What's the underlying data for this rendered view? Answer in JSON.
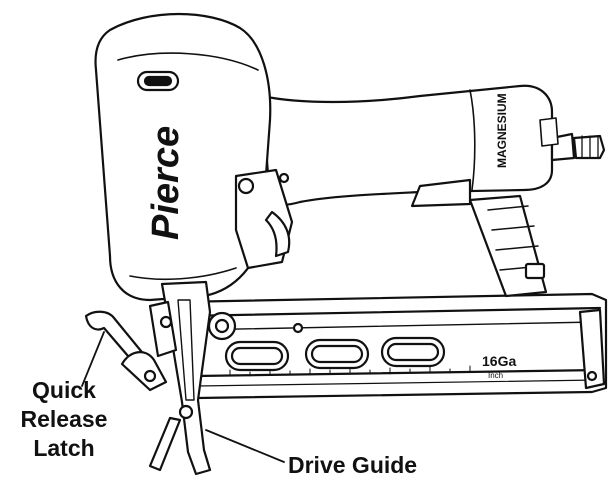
{
  "tool": {
    "brand": "Pierce",
    "grip_text": "MAGNESIUM",
    "gauge": "16Ga",
    "scale_unit": "Inch",
    "ink_color": "#111111",
    "body_color": "#ffffff"
  },
  "callouts": {
    "quick_release": {
      "line1": "Quick",
      "line2": "Release",
      "line3": "Latch"
    },
    "drive_guide": "Drive Guide"
  }
}
